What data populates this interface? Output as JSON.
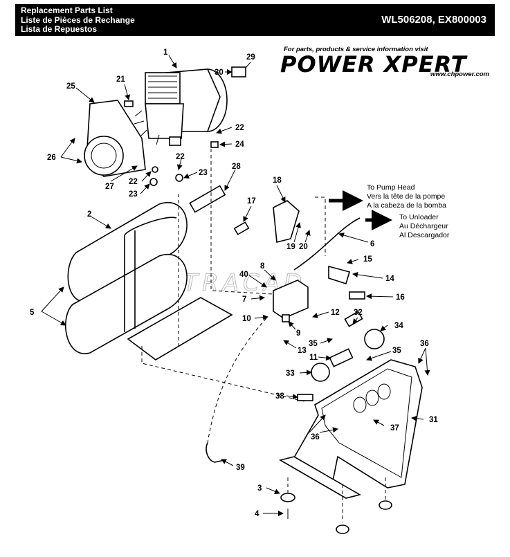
{
  "header": {
    "title_en": "Replacement Parts List",
    "title_fr": "Liste de Pièces de Rechange",
    "title_es": "Lista de Repuestos",
    "models": "WL506208, EX800003"
  },
  "brand": {
    "tagline": "For parts, products & service information visit",
    "name": "POWER XPERT",
    "url": "www.chpower.com"
  },
  "watermark": "MTRACAD",
  "notes": {
    "pump_head": [
      "To Pump Head",
      "Vers la tête de la pompe",
      "A la cabeza de la bomba"
    ],
    "unloader": [
      "To Unloader",
      "Au Déchargeur",
      "Al Descargador"
    ]
  },
  "callouts": {
    "c1": "1",
    "c2": "2",
    "c3": "3",
    "c4": "4",
    "c5": "5",
    "c6": "6",
    "c7": "7",
    "c8": "8",
    "c9": "9",
    "c10": "10",
    "c11": "11",
    "c12": "12",
    "c13": "13",
    "c14": "14",
    "c15": "15",
    "c16": "16",
    "c17": "17",
    "c18": "18",
    "c19": "19",
    "c20": "20",
    "c21": "21",
    "c22": "22",
    "c23": "23",
    "c24": "24",
    "c25": "25",
    "c26": "26",
    "c27": "27",
    "c28": "28",
    "c29": "29",
    "c30": "30",
    "c31": "31",
    "c32": "32",
    "c33": "33",
    "c34": "34",
    "c35": "35",
    "c36": "36",
    "c37": "37",
    "c38": "38",
    "c39": "39",
    "c40": "40"
  }
}
